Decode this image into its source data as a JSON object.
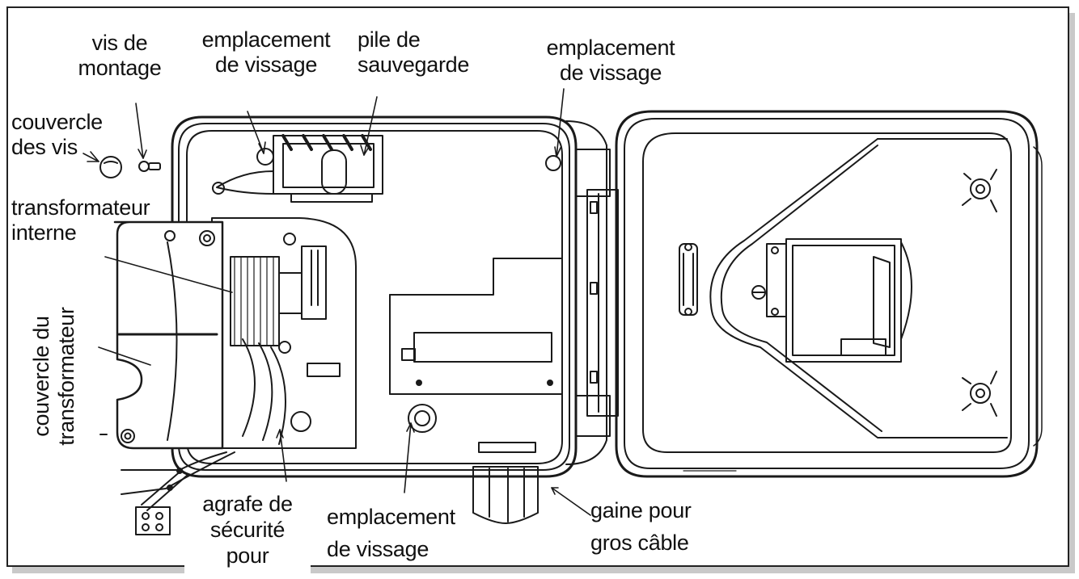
{
  "labels": {
    "screw_cover": [
      "couvercle",
      "des vis"
    ],
    "mounting_screw": [
      "vis de",
      "montage"
    ],
    "screw_location_top": [
      "emplacement",
      "de vissage"
    ],
    "backup_battery": [
      "pile de",
      "sauvegarde"
    ],
    "screw_location_right": [
      "emplacement",
      "de vissage"
    ],
    "internal_transformer": [
      "transformateur",
      "interne"
    ],
    "transformer_cover": [
      "couvercle du",
      "transformateur"
    ],
    "safety_clip": [
      "agrafe de",
      "sécurité",
      "pour"
    ],
    "screw_location_bottom": [
      "emplacement",
      "de vissage"
    ],
    "large_cable_conduit": [
      "gaine pour",
      "gros câble"
    ]
  },
  "colors": {
    "line": "#1a1a1a",
    "text": "#111111",
    "shadow": "#c9c9c9"
  }
}
